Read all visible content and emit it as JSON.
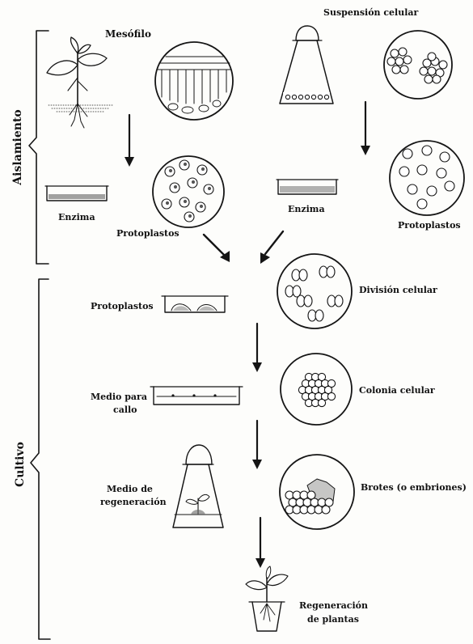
{
  "sections": {
    "isolation": "Aislamiento",
    "culture": "Cultivo"
  },
  "isolation": {
    "mesophyll_title": "Mesófilo",
    "suspension_title": "Suspensión celular",
    "enzyme_left": "Enzima",
    "enzyme_right": "Enzima",
    "protoplasts_left": "Protoplastos",
    "protoplasts_right": "Protoplastos"
  },
  "culture": {
    "protoplasts_label": "Protoplastos",
    "division_label": "División celular",
    "callus_medium_line1": "Medio para",
    "callus_medium_line2": "callo",
    "colony_label": "Colonia celular",
    "regen_medium_line1": "Medio de",
    "regen_medium_line2": "regeneración",
    "shoots_label": "Brotes (o embriones)",
    "plant_regen_line1": "Regeneración",
    "plant_regen_line2": "de plantas"
  },
  "colors": {
    "ink": "#151515",
    "paper": "#fdfdfb"
  }
}
